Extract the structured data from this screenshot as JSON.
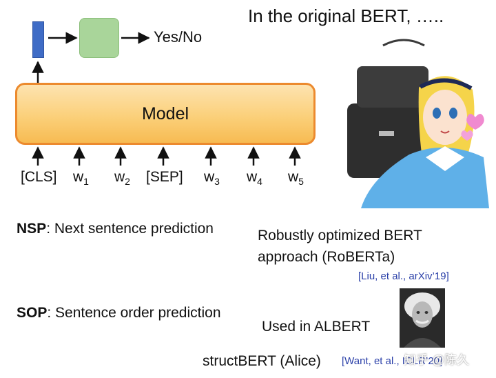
{
  "title": "In the original BERT, …..",
  "output_label": "Yes/No",
  "model_label": "Model",
  "tokens": [
    {
      "main": "[CLS]",
      "sub": ""
    },
    {
      "main": "w",
      "sub": "1"
    },
    {
      "main": "w",
      "sub": "2"
    },
    {
      "main": "[SEP]",
      "sub": ""
    },
    {
      "main": "w",
      "sub": "3"
    },
    {
      "main": "w",
      "sub": "4"
    },
    {
      "main": "w",
      "sub": "5"
    }
  ],
  "nsp": {
    "abbr": "NSP",
    "desc": ": Next sentence prediction"
  },
  "sop": {
    "abbr": "SOP",
    "desc": ": Sentence order prediction"
  },
  "roberta": {
    "line1": "Robustly optimized BERT",
    "line2": "approach (RoBERTa)",
    "ref": "[Liu, et al., arXiv’19]"
  },
  "albert": "Used in ALBERT",
  "structbert": {
    "text": "structBERT (Alice)",
    "ref": "[Want, et al., ICLR’20]"
  },
  "watermark": "知乎 @陈久",
  "colors": {
    "cls_bar": "#3f6cc6",
    "green_box": "#a9d59a",
    "model_fill": "#fbd07a",
    "model_border": "#ec8a2e",
    "ref_text": "#2a3fa8"
  }
}
